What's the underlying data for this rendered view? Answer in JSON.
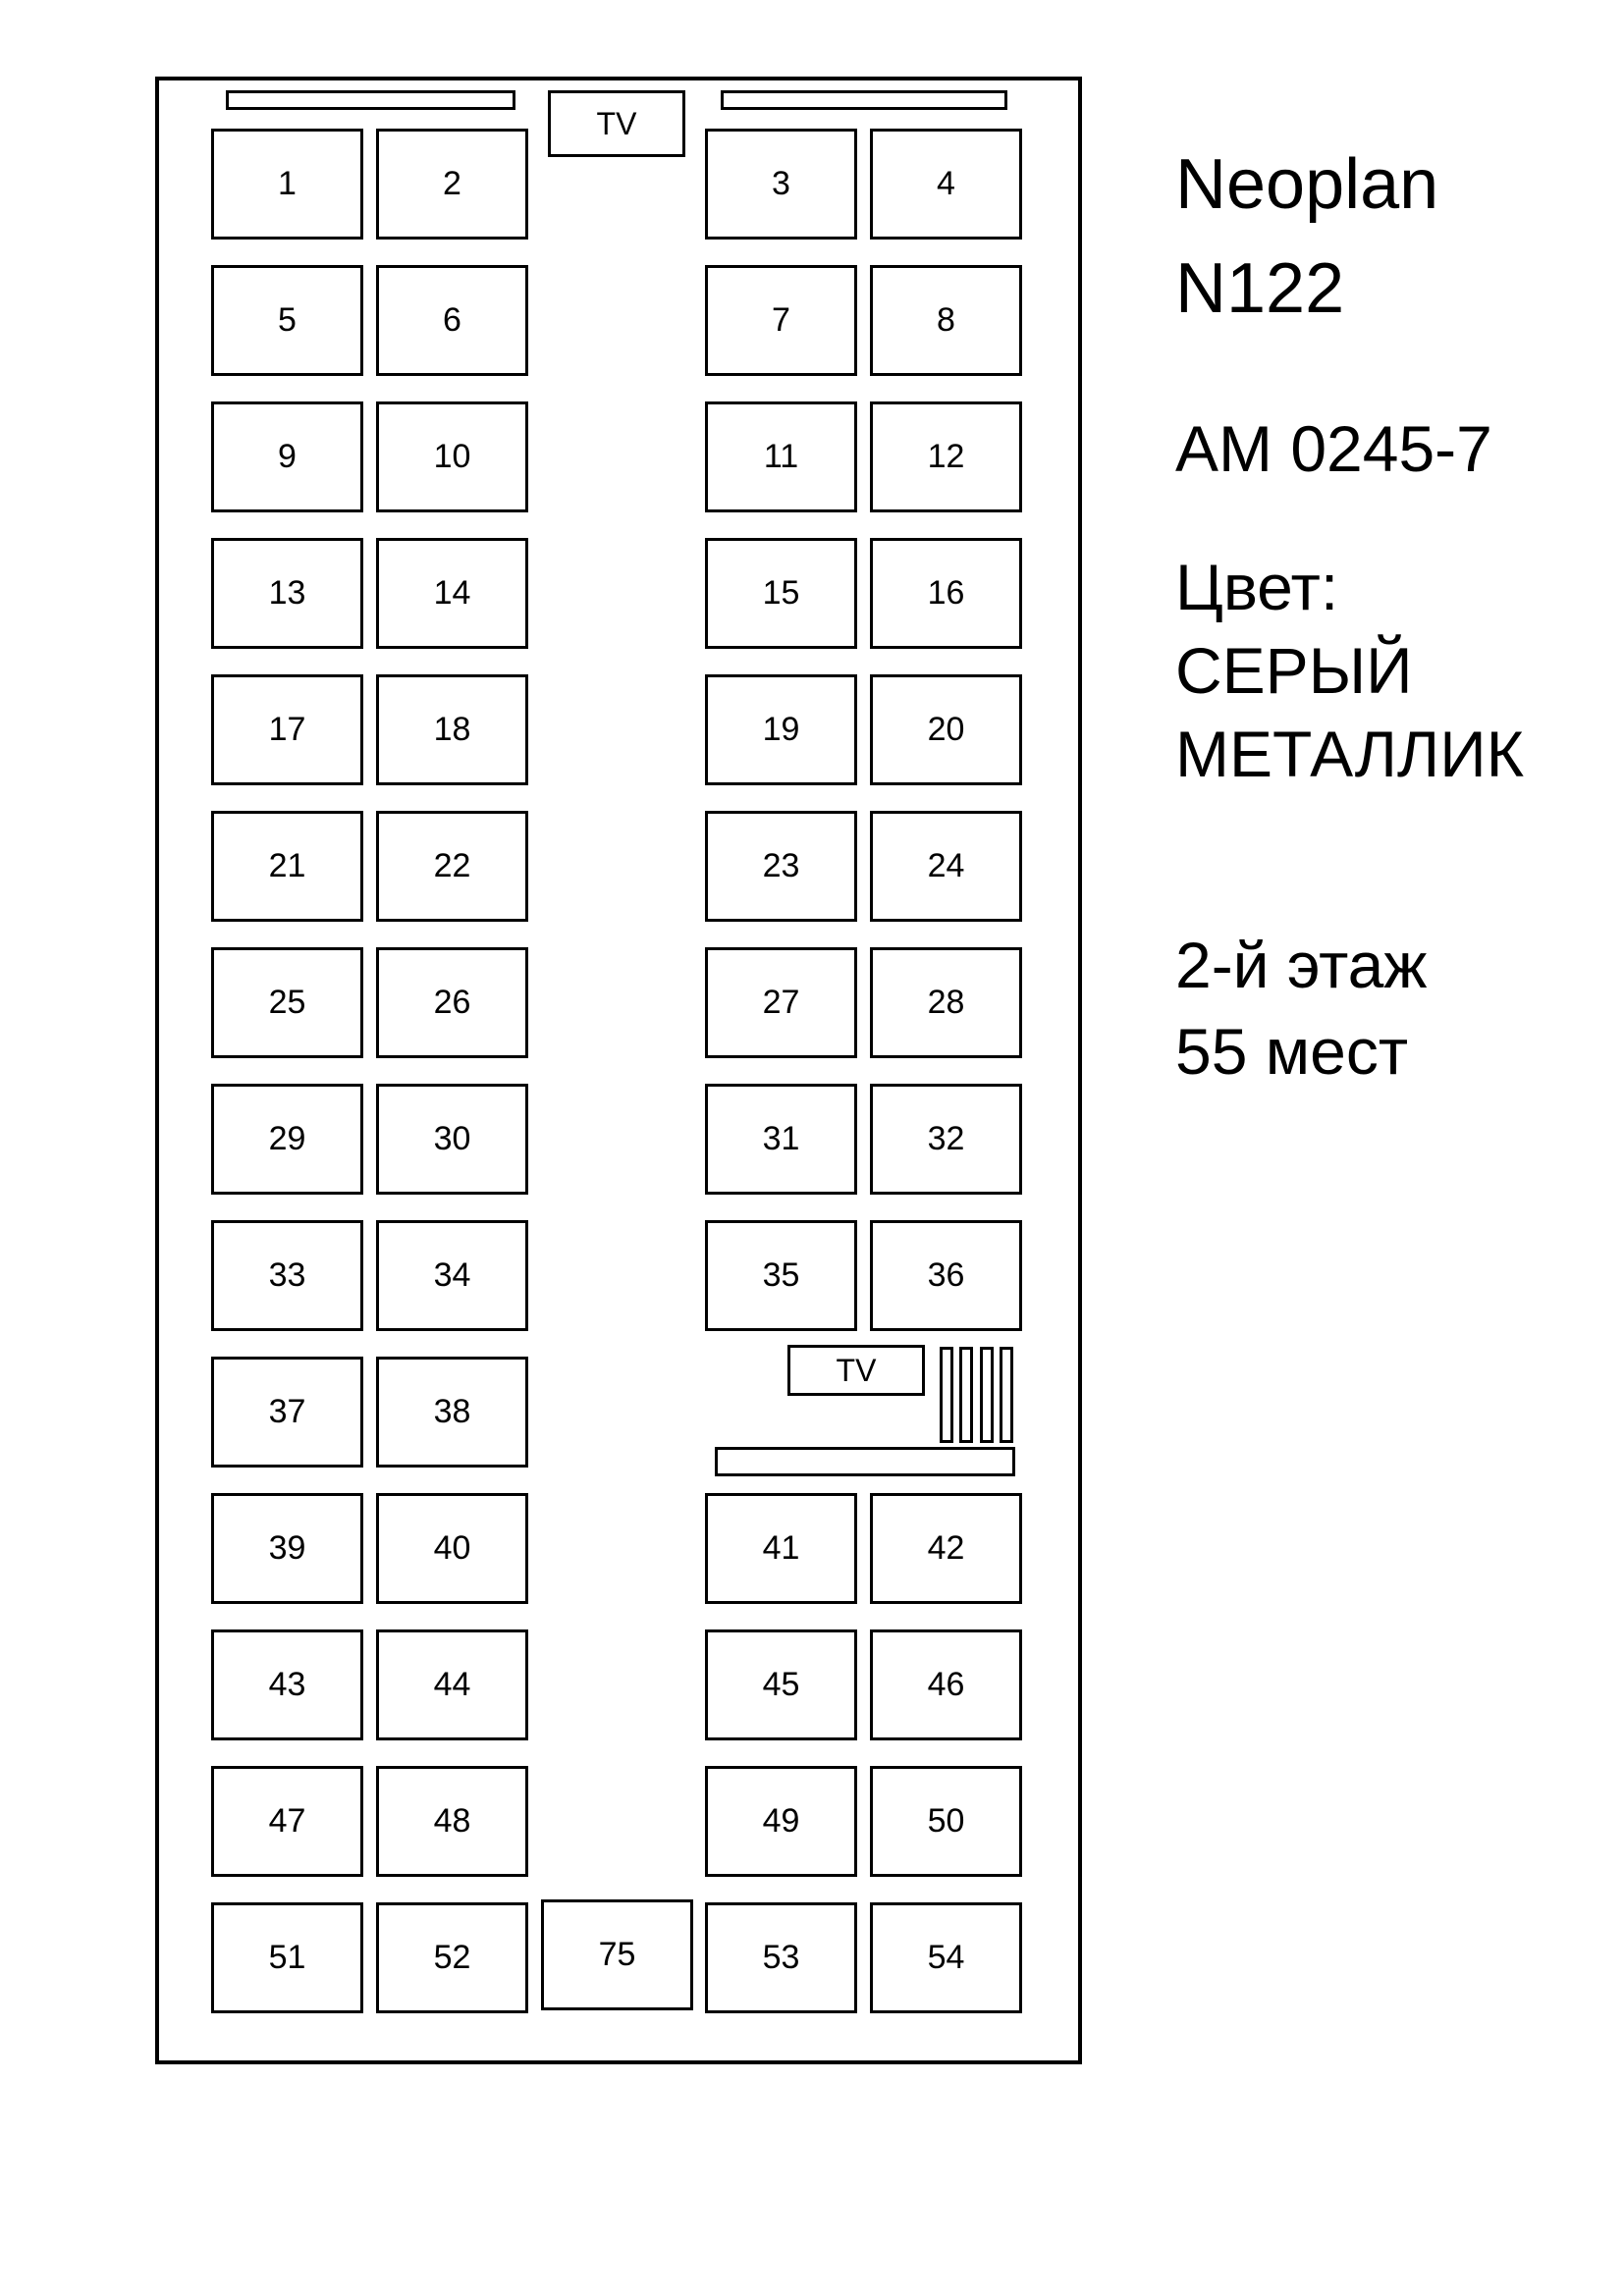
{
  "diagram": {
    "tv_label": "TV",
    "seats_left": [
      [
        "1",
        "2"
      ],
      [
        "5",
        "6"
      ],
      [
        "9",
        "10"
      ],
      [
        "13",
        "14"
      ],
      [
        "17",
        "18"
      ],
      [
        "21",
        "22"
      ],
      [
        "25",
        "26"
      ],
      [
        "29",
        "30"
      ],
      [
        "33",
        "34"
      ],
      [
        "37",
        "38"
      ],
      [
        "39",
        "40"
      ],
      [
        "43",
        "44"
      ],
      [
        "47",
        "48"
      ],
      [
        "51",
        "52"
      ]
    ],
    "seats_right": [
      [
        "3",
        "4"
      ],
      [
        "7",
        "8"
      ],
      [
        "11",
        "12"
      ],
      [
        "15",
        "16"
      ],
      [
        "19",
        "20"
      ],
      [
        "23",
        "24"
      ],
      [
        "27",
        "28"
      ],
      [
        "31",
        "32"
      ],
      [
        "35",
        "36"
      ],
      null,
      [
        "41",
        "42"
      ],
      [
        "45",
        "46"
      ],
      [
        "49",
        "50"
      ],
      [
        "53",
        "54"
      ]
    ],
    "seat_rear_center": "75"
  },
  "info": {
    "model_line1": "Neoplan",
    "model_line2": "N122",
    "plate": "АМ 0245-7",
    "color_label": "Цвет:",
    "color_line1": "СЕРЫЙ",
    "color_line2": "МЕТАЛЛИК",
    "deck": "2-й этаж",
    "seats_count": "55 мест"
  }
}
